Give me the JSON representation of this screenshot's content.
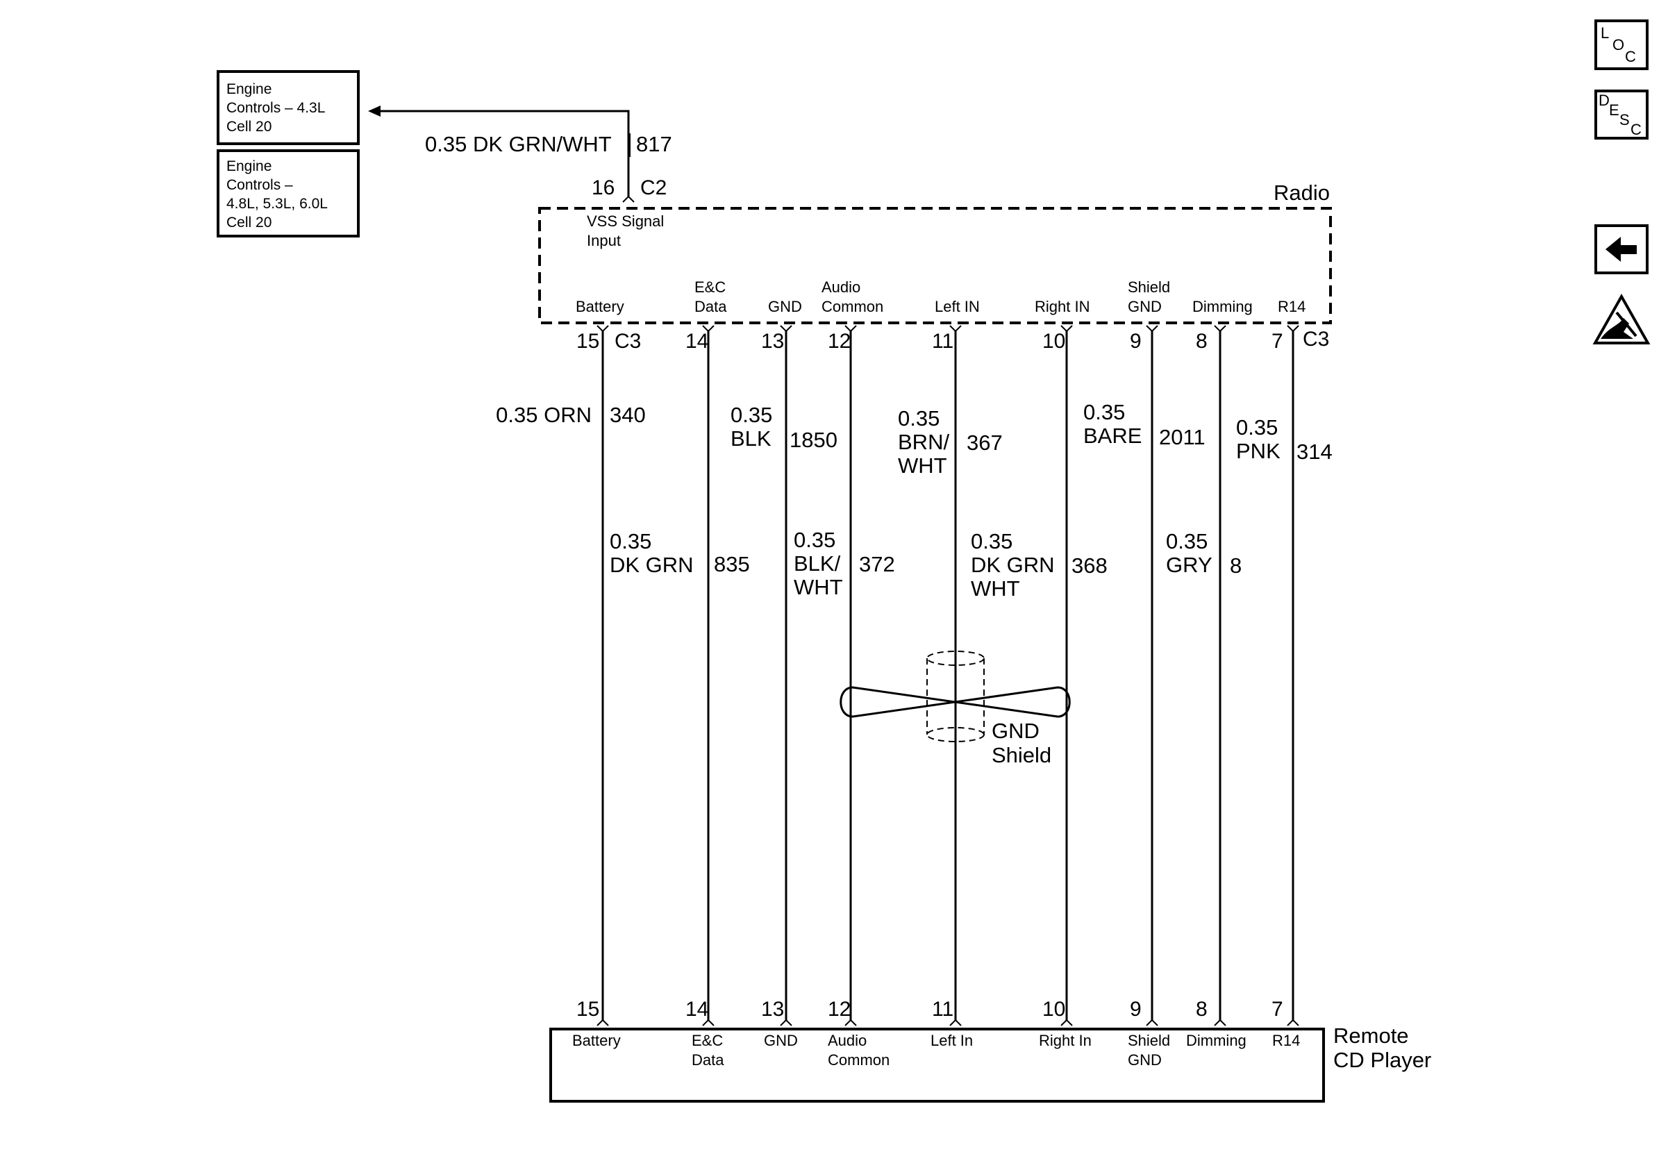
{
  "refs": [
    {
      "lines": [
        "Engine",
        "Controls – 4.3L",
        "Cell 20"
      ]
    },
    {
      "lines": [
        "Engine",
        "Controls –",
        "4.8L, 5.3L, 6.0L",
        "Cell 20"
      ]
    }
  ],
  "vss": {
    "wire_spec": "0.35 DK GRN/WHT",
    "circuit": "817",
    "pin": "16",
    "connector": "C2",
    "signal_label": [
      "VSS Signal",
      "Input"
    ]
  },
  "radio": {
    "title": "Radio",
    "connector_left": "C3",
    "connector_right": "C3",
    "pins": [
      {
        "num": "15",
        "label": [
          "Battery"
        ]
      },
      {
        "num": "14",
        "label": [
          "E&C",
          "Data"
        ]
      },
      {
        "num": "13",
        "label": [
          "GND"
        ]
      },
      {
        "num": "12",
        "label": [
          "Audio",
          "Common"
        ]
      },
      {
        "num": "11",
        "label": [
          "Left IN"
        ]
      },
      {
        "num": "10",
        "label": [
          "Right IN"
        ]
      },
      {
        "num": "9",
        "label": [
          "Shield",
          "GND"
        ]
      },
      {
        "num": "8",
        "label": [
          "Dimming"
        ]
      },
      {
        "num": "7",
        "label": [
          "R14"
        ]
      }
    ]
  },
  "wires": [
    {
      "spec": [
        "0.35 ORN"
      ],
      "circuit": "340"
    },
    {
      "spec": [
        "0.35",
        "DK GRN"
      ],
      "circuit": "835"
    },
    {
      "spec": [
        "0.35",
        "BLK"
      ],
      "circuit": "1850"
    },
    {
      "spec": [
        "0.35",
        "BLK/",
        "WHT"
      ],
      "circuit": "372"
    },
    {
      "spec": [
        "0.35",
        "BRN/",
        "WHT"
      ],
      "circuit": "367"
    },
    {
      "spec": [
        "0.35",
        "DK GRN",
        "WHT"
      ],
      "circuit": "368"
    },
    {
      "spec": [
        "0.35",
        "BARE"
      ],
      "circuit": "2011"
    },
    {
      "spec": [
        "0.35",
        "GRY"
      ],
      "circuit": "8"
    },
    {
      "spec": [
        "0.35",
        "PNK"
      ],
      "circuit": "314"
    }
  ],
  "shield": {
    "label": [
      "GND",
      "Shield"
    ]
  },
  "cd_player": {
    "title": [
      "Remote",
      "CD Player"
    ],
    "pins": [
      {
        "num": "15",
        "label": [
          "Battery"
        ]
      },
      {
        "num": "14",
        "label": [
          "E&C",
          "Data"
        ]
      },
      {
        "num": "13",
        "label": [
          "GND"
        ]
      },
      {
        "num": "12",
        "label": [
          "Audio",
          "Common"
        ]
      },
      {
        "num": "11",
        "label": [
          "Left In"
        ]
      },
      {
        "num": "10",
        "label": [
          "Right In"
        ]
      },
      {
        "num": "9",
        "label": [
          "Shield",
          "GND"
        ]
      },
      {
        "num": "8",
        "label": [
          "Dimming"
        ]
      },
      {
        "num": "7",
        "label": [
          "R14"
        ]
      }
    ]
  },
  "nav": {
    "loc": [
      "L",
      "O",
      "C"
    ],
    "desc": [
      "D",
      "E",
      "S",
      "C"
    ],
    "icons": [
      "back-arrow-icon",
      "esd-warning-icon"
    ]
  }
}
